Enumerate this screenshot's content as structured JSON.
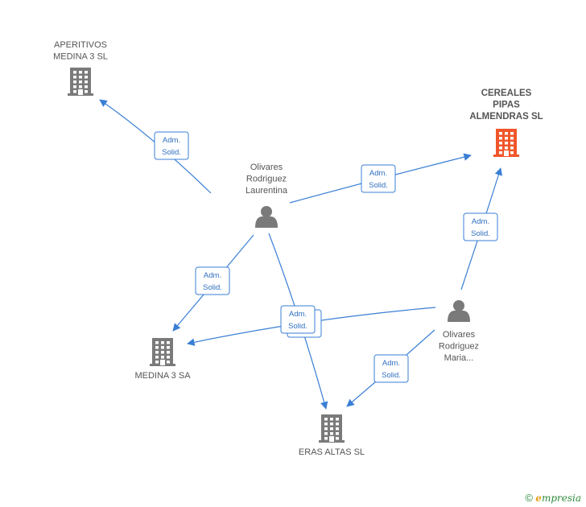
{
  "nodes": [
    {
      "id": "aperitivos",
      "type": "company",
      "label": [
        "APERITIVOS",
        "MEDINA 3 SL"
      ],
      "highlight": false
    },
    {
      "id": "cereales",
      "type": "company",
      "label": [
        "CEREALES",
        "PIPAS",
        "ALMENDRAS SL"
      ],
      "highlight": true
    },
    {
      "id": "laurentina",
      "type": "person",
      "label": [
        "Olivares",
        "Rodriguez",
        "Laurentina"
      ],
      "highlight": false
    },
    {
      "id": "maria",
      "type": "person",
      "label": [
        "Olivares",
        "Rodriguez",
        "Maria..."
      ],
      "highlight": false
    },
    {
      "id": "medina3sa",
      "type": "company",
      "label": [
        "MEDINA 3 SA"
      ],
      "highlight": false
    },
    {
      "id": "eras",
      "type": "company",
      "label": [
        "ERAS ALTAS SL"
      ],
      "highlight": false
    }
  ],
  "edges": [
    {
      "from": "laurentina",
      "to": "aperitivos",
      "label": [
        "Adm.",
        "Solid."
      ]
    },
    {
      "from": "laurentina",
      "to": "cereales",
      "label": [
        "Adm.",
        "Solid."
      ]
    },
    {
      "from": "laurentina",
      "to": "medina3sa",
      "label": [
        "Adm.",
        "Solid."
      ]
    },
    {
      "from": "laurentina",
      "to": "eras",
      "label": [
        "Adm.",
        "Solid."
      ]
    },
    {
      "from": "maria",
      "to": "cereales",
      "label": [
        "Adm.",
        "Solid."
      ]
    },
    {
      "from": "maria",
      "to": "medina3sa",
      "label": [
        "Adm.",
        "Solid."
      ]
    },
    {
      "from": "maria",
      "to": "eras",
      "label": [
        "Adm.",
        "Solid."
      ]
    }
  ],
  "colors": {
    "edge": "#3a7fd5",
    "company": "#7a7a7a",
    "company_highlight": "#f0562a",
    "person": "#7a7a7a"
  },
  "footer": {
    "copyright": "©",
    "brand_first": "e",
    "brand_rest": "mpresia"
  }
}
